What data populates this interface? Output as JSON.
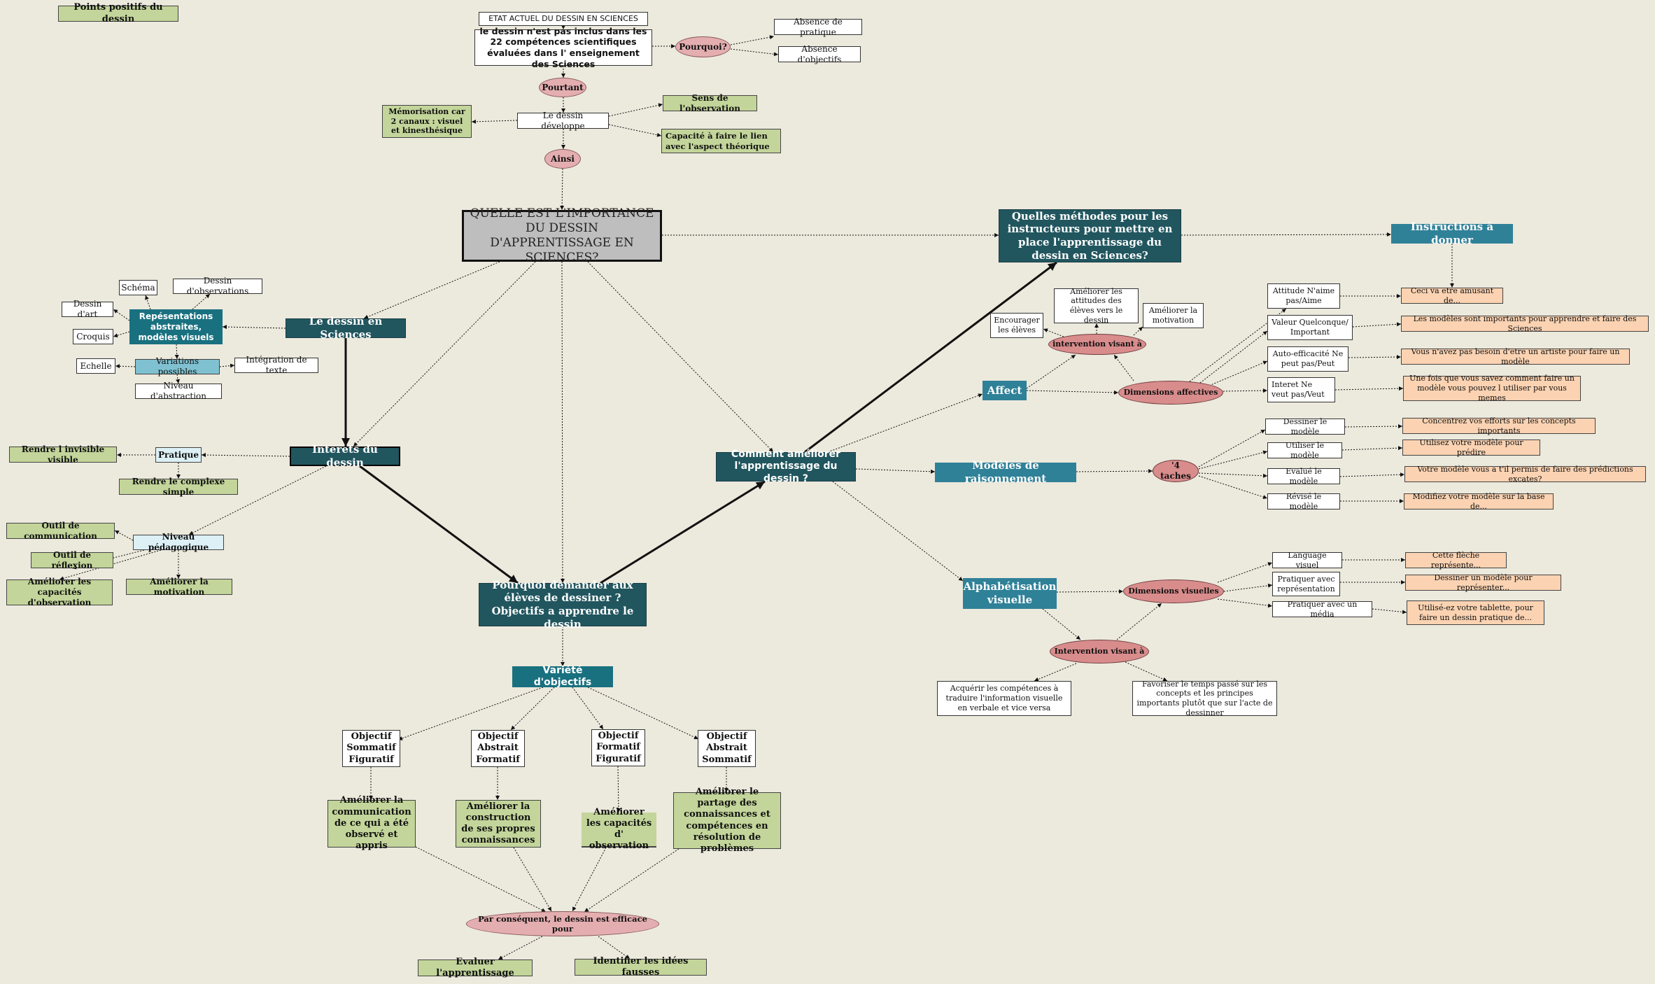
{
  "nodes": {
    "points_positifs": "Points positifs du dessin",
    "etat_actuel": "ETAT ACTUEL DU DESSIN EN SCIENCES",
    "non_inclus": "le dessin n'est pas inclus dans les  22 compétences scientifiques évaluées dans  l' enseignement des  Sciences",
    "pourquoi_q": "Pourquoi?",
    "absence_pratique": "Absence de  pratique",
    "absence_objectifs": "Absence d'objectifs",
    "pourtant": "Pourtant",
    "dessin_developpe": "Le dessin développe",
    "memorisation": "Mémorisation car 2 canaux  : visuel et kinesthésique",
    "sens_observation": "Sens de l'observation",
    "capacite_lien": "Capacité à faire le lien avec l'aspect théorique",
    "ainsi": "Ainsi",
    "question_centrale": "QUELLE EST L'IMPORTANCE DU DESSIN D'APPRENTISSAGE EN SCIENCES?",
    "le_dessin_sciences": "Le dessin en Sciences",
    "representations": "Repésentations abstraites, modèles visuels",
    "schema": "Schéma",
    "dessin_observations": "Dessin d'observations",
    "dessin_art": "Dessin d'art",
    "croquis": "Croquis",
    "variations": "Variations possibles",
    "echelle": "Echelle",
    "integration_texte": "Intégration de texte",
    "niveau_abstraction": "Niveau d'abstraction",
    "interets": "Interets du dessin",
    "pratique": "Pratique",
    "rendre_invisible": "Rendre l invisible visible",
    "rendre_complexe": "Rendre le complexe simple",
    "niveau_pedagogique": "Niveau pédagogique",
    "outil_communication": "Outil de communication",
    "outil_reflexion": "Outil de réflexion",
    "ameliorer_observation": "Améliorer les capacités d'observation",
    "ameliorer_motivation": "Améliorer la motivation",
    "pourquoi_demander": "Pourquoi demander aux élèves de dessiner ? Objectifs a apprendre le dessin",
    "variete_objectifs": "Variété d'objectifs",
    "obj_somm_fig": "Objectif Sommatif Figuratif",
    "obj_abs_form": "Objectif Abstrait Formatif",
    "obj_form_fig": "Objectif Formatif Figuratif",
    "obj_abs_somm": "Objectif Abstrait Sommatif",
    "res_communication": "Améliorer la communication de ce qui a été observé et appris",
    "res_construction": "Améliorer la construction de ses propres connaissances",
    "res_observation": "Améliorer les capacités d' observation",
    "res_partage": "Améliorer le partage des connaissances et compétences en résolution de problèmes",
    "par_consequent": "Par conséquent, le dessin est efficace pour",
    "evaluer": "Evaluer l'apprentissage",
    "identifier": "Identifier les idées fausses",
    "comment_ameliorer": "Comment améliorer l'apprentissage du dessin ?",
    "quelles_methodes": "Quelles méthodes pour les instructeurs pour mettre en place l'apprentissage du dessin en Sciences?",
    "instructions": "Instructions à donner",
    "affect": "Affect",
    "intervention_affect": "intervention visant à",
    "encourager": "Encourager les élèves",
    "ameliorer_attitudes": "Améliorer les attitudes des élèves vers le dessin",
    "ameliorer_motivation2": "Améliorer la motivation",
    "dimensions_affectives": "Dimensions affectives",
    "attitude": "Attitude N'aime pas/Aime",
    "valeur": "Valeur Quelconque/ Important",
    "auto_efficacite": "Auto-efficacité  Ne peut pas/Peut",
    "interet": "Interet Ne veut pas/Veut",
    "ceci_amusant": "Ceci va etre amusant de...",
    "modeles_importants": "Les modèles sont importants pour apprendre et faire des Sciences",
    "pas_besoin_artiste": "Vous n'avez pas besoin d'etre un artiste pour faire un modèle",
    "une_fois": "Une fois que vous savez comment faire un modèle vous pouvez l utiliser par vous memes",
    "modeles_raisonnement": "Modèles de raisonnement",
    "quatre_taches": "'4 taches",
    "dessiner_modele": "Dessiner le modèle",
    "utiliser_modele": "Utiliser le modèle",
    "evalue_modele": "Evalué le modèle",
    "revise_modele": "Révisé le modèle",
    "concentrez": "Concentrez vos efforts sur les concepts importants",
    "utilisez_predire": "Utilisez votre modèle pour prédire",
    "votre_modele_predictions": "Votre modèle vous a t'il permis de faire des prédictions excates?",
    "modifiez": "Modifiez votre modèle sur la base de...",
    "alphabetisation": "Alphabétisation visuelle",
    "dimensions_visuelles": "Dimensions visuelles",
    "intervention_visuelle": "Intervention visant à",
    "language_visuel": "Language visuel",
    "pratiquer_representation": "Pratiquer avec représentation",
    "pratiquer_media": "Pratiquer avec un média",
    "cette_fleche": "Cette flèche représente...",
    "dessiner_representer": "Dessiner un modèle pour représenter...",
    "utilisez_tablette": "Utilisé-ez votre tablette, pour faire un dessin pratique de...",
    "acquerir": "Acquérir les compétences à traduire l'information visuelle en verbale et vice versa",
    "favoriser": "Favoriser le temps passé sur les concepts et les principes importants plutôt que sur l'acte de dessinner"
  }
}
